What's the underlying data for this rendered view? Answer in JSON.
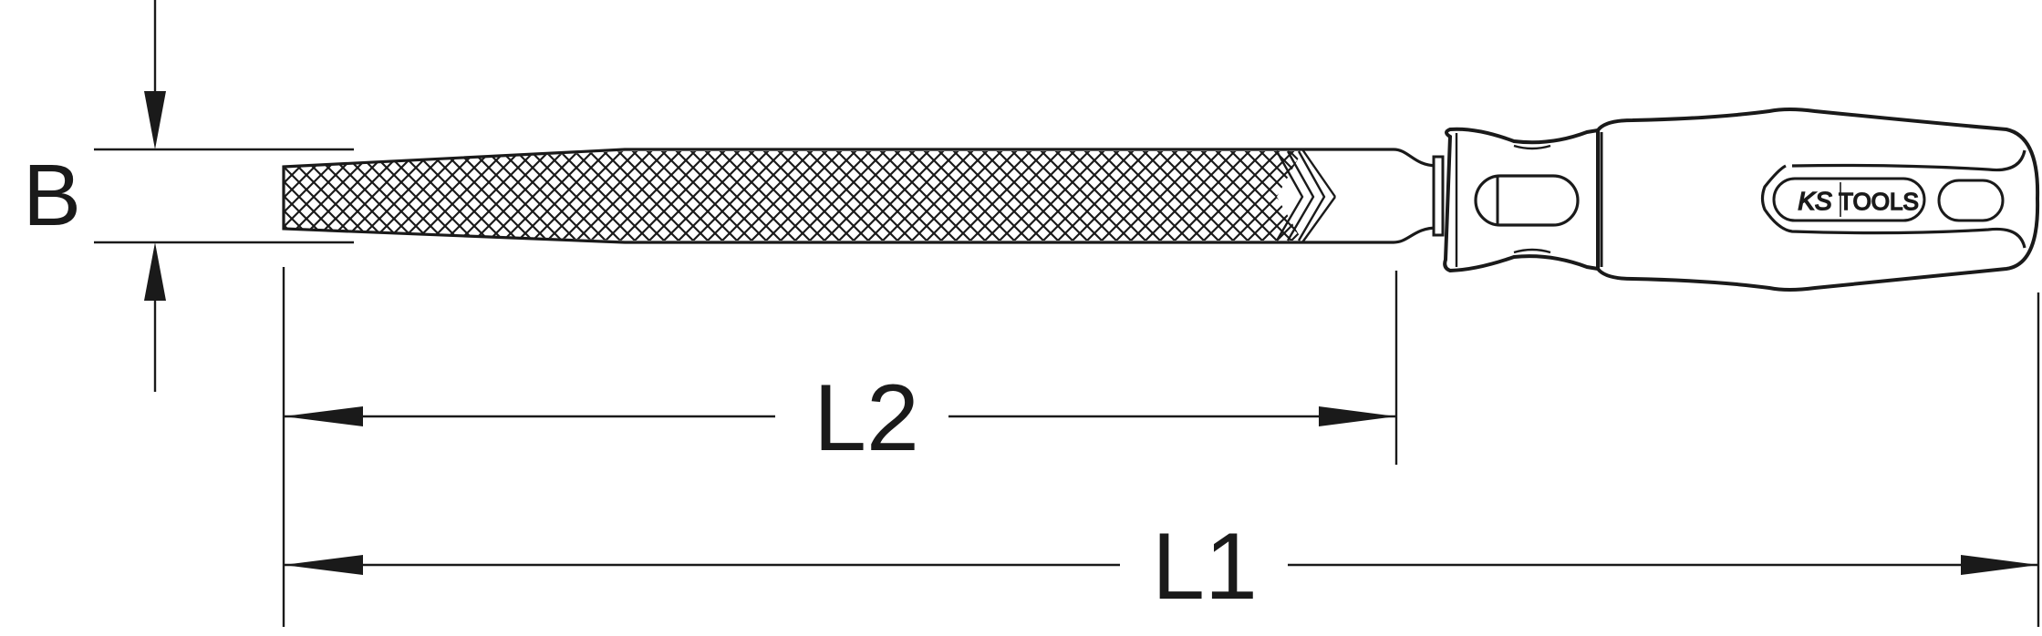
{
  "diagram": {
    "labels": {
      "width": "B",
      "blade_length": "L2",
      "total_length": "L1"
    },
    "logo": {
      "brand_left": "KS",
      "brand_right": "TOOLS"
    },
    "colors": {
      "line": "#1a1a1a",
      "background": "#ffffff"
    }
  }
}
